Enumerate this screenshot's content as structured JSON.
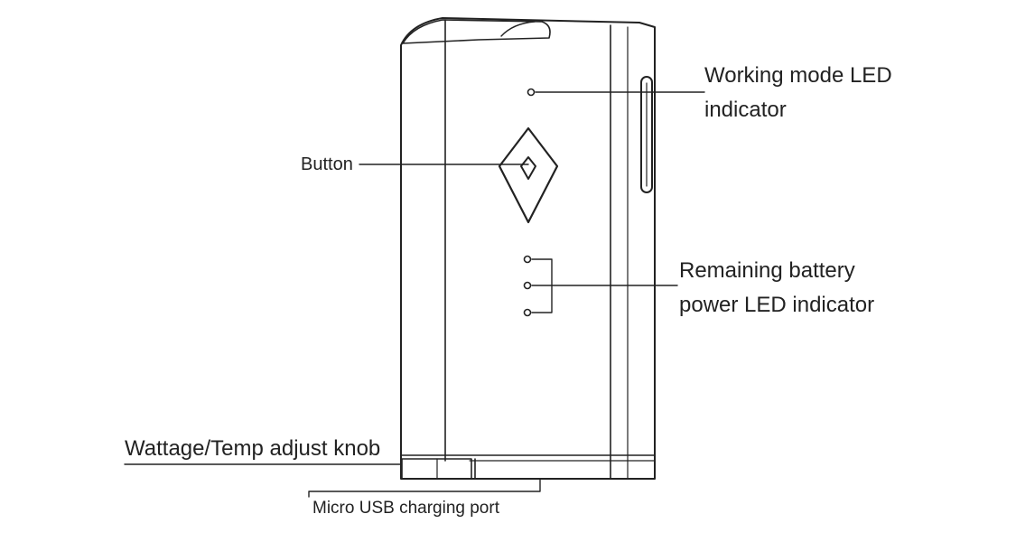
{
  "labels": {
    "working_mode_led_line1": "Working mode LED",
    "working_mode_led_line2": "indicator",
    "button": "Button",
    "battery_led_line1": "Remaining battery",
    "battery_led_line2": "power LED indicator",
    "knob": "Wattage/Temp adjust knob",
    "usb_port": "Micro USB charging port"
  },
  "colors": {
    "stroke": "#222222",
    "text": "#222222",
    "background": "#ffffff"
  }
}
